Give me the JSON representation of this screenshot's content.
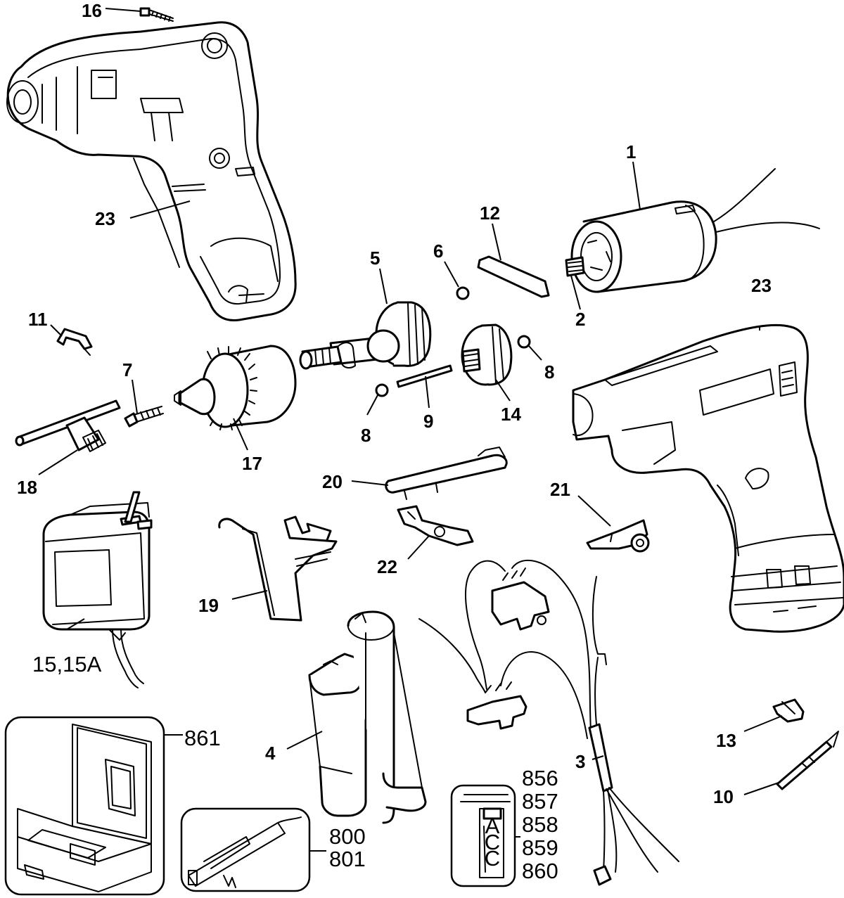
{
  "diagram": {
    "parts": {
      "p1": "1",
      "p2": "2",
      "p3": "3",
      "p4": "4",
      "p5": "5",
      "p6": "6",
      "p7": "7",
      "p8a": "8",
      "p8b": "8",
      "p9": "9",
      "p10": "10",
      "p11": "11",
      "p12": "12",
      "p13": "13",
      "p14": "14",
      "p15": "15,15A",
      "p16": "16",
      "p17": "17",
      "p18": "18",
      "p19": "19",
      "p20": "20",
      "p21": "21",
      "p22": "22",
      "p23a": "23",
      "p23b": "23",
      "p861": "861",
      "p800": "800",
      "p801": "801",
      "p856": "856",
      "p857": "857",
      "p858": "858",
      "p859": "859",
      "p860": "860"
    },
    "label_card_letters": [
      "A",
      "C",
      "C"
    ]
  }
}
